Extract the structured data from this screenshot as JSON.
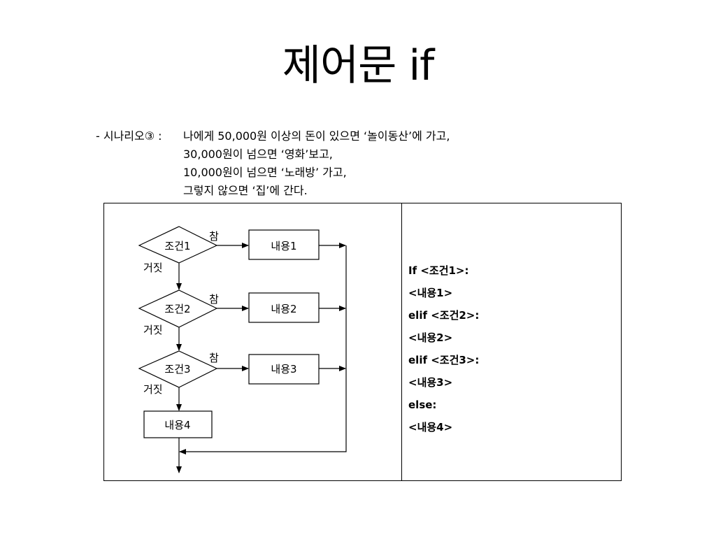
{
  "title": "제어문 if",
  "scenario": {
    "lines": [
      {
        "prefix": "- 시나리오③ :",
        "text": "나에게 50,000원 이상의 돈이 있으면 ‘놀이동산’에 가고,"
      },
      {
        "prefix": "",
        "text": "30,000원이 넘으면 ‘영화’보고,"
      },
      {
        "prefix": "",
        "text": "10,000원이 넘으면 ‘노래방’ 가고,"
      },
      {
        "prefix": "",
        "text": "그렇지 않으면 ‘집’에 간다."
      }
    ]
  },
  "flowchart": {
    "conditions": [
      "조건1",
      "조건2",
      "조건3"
    ],
    "contents": [
      "내용1",
      "내용2",
      "내용3",
      "내용4"
    ],
    "true_label": "참",
    "false_label": "거짓"
  },
  "code": {
    "lines": [
      "If <조건1>:",
      "<내용1>",
      "elif <조건2>:",
      "<내용2>",
      "elif <조건3>:",
      "<내용3>",
      "else:",
      "<내용4>"
    ]
  }
}
